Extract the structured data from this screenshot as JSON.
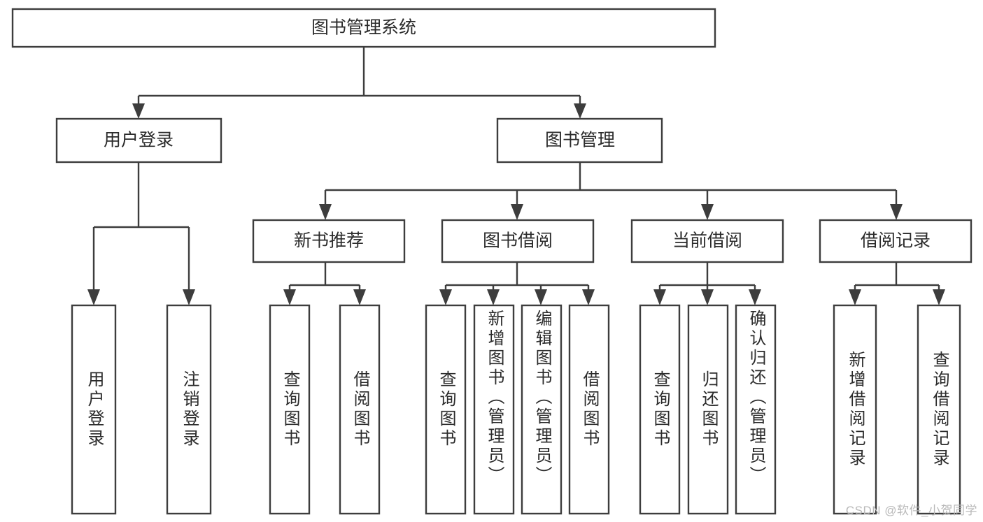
{
  "diagram": {
    "type": "tree-hierarchy-chart",
    "title": "图书管理系统",
    "colors": {
      "box_stroke": "#3d3d3d",
      "box_fill": "#ffffff",
      "text": "#2b2b2b",
      "background": "#ffffff",
      "watermark": "#b9b9b9"
    },
    "root": {
      "label": "图书管理系统"
    },
    "level2": [
      {
        "label": "用户登录"
      },
      {
        "label": "图书管理"
      }
    ],
    "level3": [
      {
        "label": "新书推荐"
      },
      {
        "label": "图书借阅"
      },
      {
        "label": "当前借阅"
      },
      {
        "label": "借阅记录"
      }
    ],
    "leaves": {
      "user_login": [
        {
          "label": "用户登录"
        },
        {
          "label": "注销登录"
        }
      ],
      "new_book_recommend": [
        {
          "label": "查询图书"
        },
        {
          "label": "借阅图书"
        }
      ],
      "book_borrow": [
        {
          "label": "查询图书"
        },
        {
          "label": "新增图书（管理员）"
        },
        {
          "label": "编辑图书（管理员）"
        },
        {
          "label": "借阅图书"
        }
      ],
      "current_borrow": [
        {
          "label": "查询图书"
        },
        {
          "label": "归还图书"
        },
        {
          "label": "确认归还（管理员）"
        }
      ],
      "borrow_record": [
        {
          "label": "新增借阅记录"
        },
        {
          "label": "查询借阅记录"
        }
      ]
    }
  },
  "watermark": {
    "text": "CSDN @软件_小贺同学"
  }
}
